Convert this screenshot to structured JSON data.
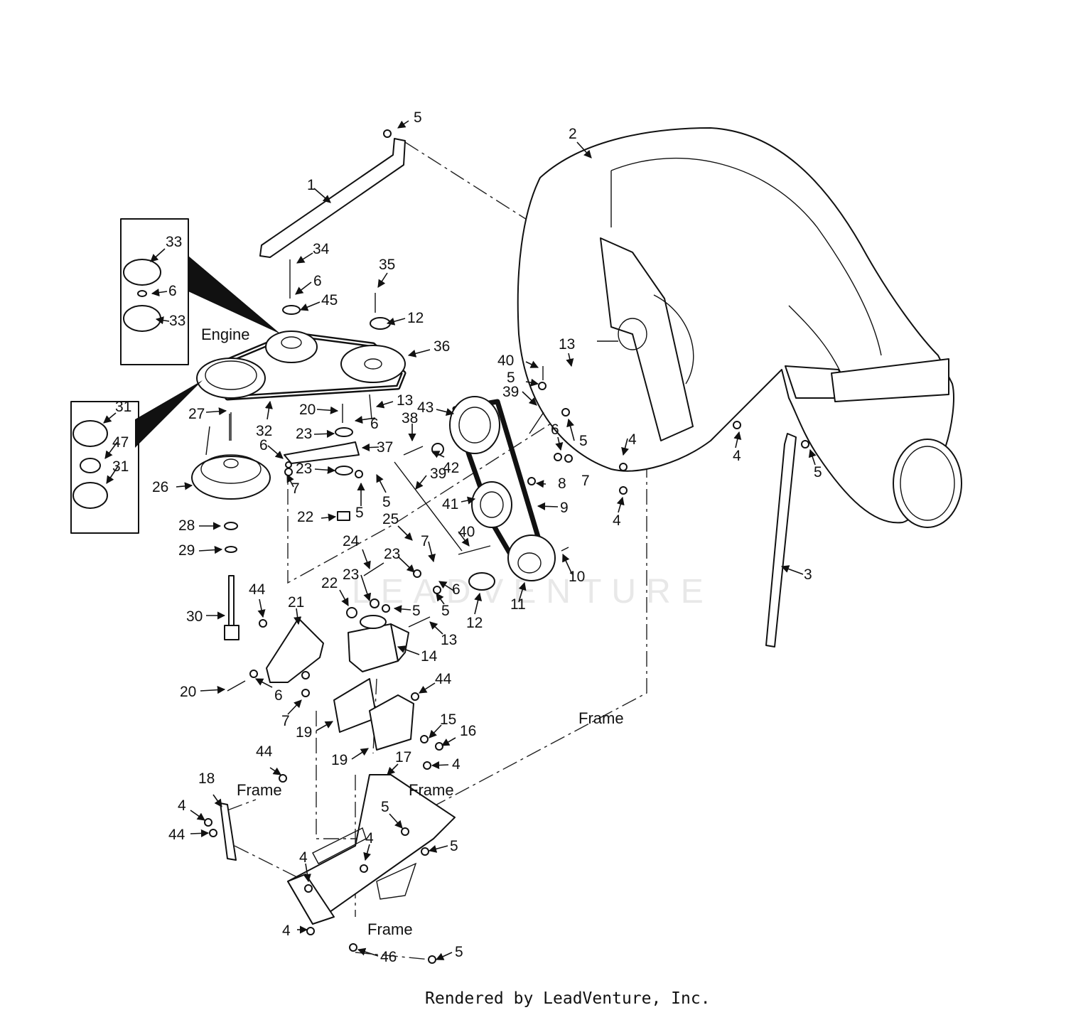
{
  "diagram": {
    "callouts": [
      {
        "id": "c5a",
        "text": "5"
      },
      {
        "id": "c2",
        "text": "2"
      },
      {
        "id": "c1",
        "text": "1"
      },
      {
        "id": "c34",
        "text": "34"
      },
      {
        "id": "c33a",
        "text": "33"
      },
      {
        "id": "c6a",
        "text": "6"
      },
      {
        "id": "c33b",
        "text": "33"
      },
      {
        "id": "c35",
        "text": "35"
      },
      {
        "id": "c6b",
        "text": "6"
      },
      {
        "id": "c45",
        "text": "45"
      },
      {
        "id": "c12a",
        "text": "12"
      },
      {
        "id": "c36",
        "text": "36"
      },
      {
        "id": "c13a",
        "text": "13"
      },
      {
        "id": "c40a",
        "text": "40"
      },
      {
        "id": "c5b",
        "text": "5"
      },
      {
        "id": "c39a",
        "text": "39"
      },
      {
        "id": "c31a",
        "text": "31"
      },
      {
        "id": "c27",
        "text": "27"
      },
      {
        "id": "c32",
        "text": "32"
      },
      {
        "id": "c20a",
        "text": "20"
      },
      {
        "id": "c13b",
        "text": "13"
      },
      {
        "id": "c6c",
        "text": "6"
      },
      {
        "id": "c38",
        "text": "38"
      },
      {
        "id": "c43",
        "text": "43"
      },
      {
        "id": "c6d",
        "text": "6"
      },
      {
        "id": "c5c",
        "text": "5"
      },
      {
        "id": "c4a",
        "text": "4"
      },
      {
        "id": "c4b",
        "text": "4"
      },
      {
        "id": "c5d",
        "text": "5"
      },
      {
        "id": "c47",
        "text": "47"
      },
      {
        "id": "c31b",
        "text": "31"
      },
      {
        "id": "c23a",
        "text": "23"
      },
      {
        "id": "c6e",
        "text": "6"
      },
      {
        "id": "c37",
        "text": "37"
      },
      {
        "id": "c42",
        "text": "42"
      },
      {
        "id": "c7a",
        "text": "7"
      },
      {
        "id": "c26",
        "text": "26"
      },
      {
        "id": "c23b",
        "text": "23"
      },
      {
        "id": "c7b",
        "text": "7"
      },
      {
        "id": "c39b",
        "text": "39"
      },
      {
        "id": "c8",
        "text": "8"
      },
      {
        "id": "c5e",
        "text": "5"
      },
      {
        "id": "c5f",
        "text": "5"
      },
      {
        "id": "c41",
        "text": "41"
      },
      {
        "id": "c9",
        "text": "9"
      },
      {
        "id": "c4c",
        "text": "4"
      },
      {
        "id": "c22a",
        "text": "22"
      },
      {
        "id": "c25",
        "text": "25"
      },
      {
        "id": "c28",
        "text": "28"
      },
      {
        "id": "c24",
        "text": "24"
      },
      {
        "id": "c7c",
        "text": "7"
      },
      {
        "id": "c40b",
        "text": "40"
      },
      {
        "id": "c29",
        "text": "29"
      },
      {
        "id": "c23c",
        "text": "23"
      },
      {
        "id": "c10",
        "text": "10"
      },
      {
        "id": "c3",
        "text": "3"
      },
      {
        "id": "c23d",
        "text": "23"
      },
      {
        "id": "c6f",
        "text": "6"
      },
      {
        "id": "c22b",
        "text": "22"
      },
      {
        "id": "c44a",
        "text": "44"
      },
      {
        "id": "c12b",
        "text": "12"
      },
      {
        "id": "c11",
        "text": "11"
      },
      {
        "id": "c5g",
        "text": "5"
      },
      {
        "id": "c5h",
        "text": "5"
      },
      {
        "id": "c21",
        "text": "21"
      },
      {
        "id": "c30",
        "text": "30"
      },
      {
        "id": "c13c",
        "text": "13"
      },
      {
        "id": "c14",
        "text": "14"
      },
      {
        "id": "c20b",
        "text": "20"
      },
      {
        "id": "c6g",
        "text": "6"
      },
      {
        "id": "c44b",
        "text": "44"
      },
      {
        "id": "c7d",
        "text": "7"
      },
      {
        "id": "c15",
        "text": "15"
      },
      {
        "id": "c16",
        "text": "16"
      },
      {
        "id": "c19a",
        "text": "19"
      },
      {
        "id": "c19b",
        "text": "19"
      },
      {
        "id": "c17",
        "text": "17"
      },
      {
        "id": "c4d",
        "text": "4"
      },
      {
        "id": "c44c",
        "text": "44"
      },
      {
        "id": "c18",
        "text": "18"
      },
      {
        "id": "c4e",
        "text": "4"
      },
      {
        "id": "c44d",
        "text": "44"
      },
      {
        "id": "c5i",
        "text": "5"
      },
      {
        "id": "c4f",
        "text": "4"
      },
      {
        "id": "c4g",
        "text": "4"
      },
      {
        "id": "c5j",
        "text": "5"
      },
      {
        "id": "c4h",
        "text": "4"
      },
      {
        "id": "c46",
        "text": "46"
      },
      {
        "id": "c5k",
        "text": "5"
      }
    ],
    "labels": {
      "engine": "Engine",
      "frame_1": "Frame",
      "frame_2": "Frame",
      "frame_3": "Frame",
      "frame_4": "Frame"
    },
    "watermark": "LEADVENTURE",
    "credit": "Rendered by LeadVenture, Inc."
  }
}
